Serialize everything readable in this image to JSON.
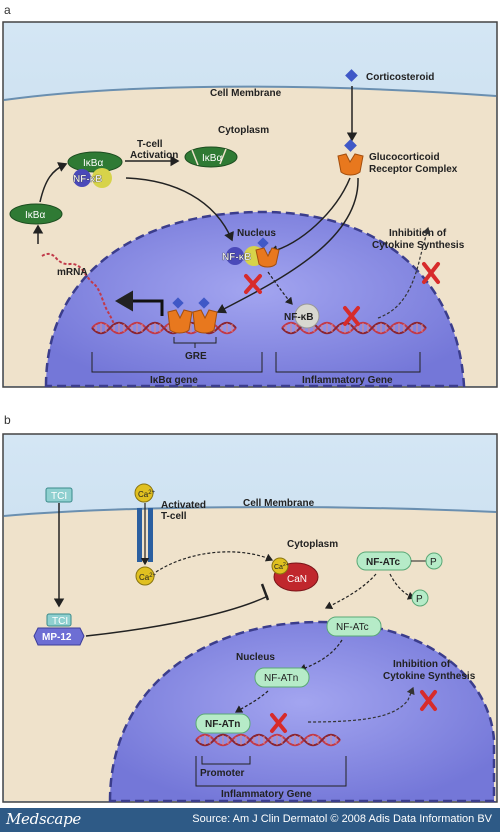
{
  "panel_a": {
    "letter": "a",
    "labels": {
      "cell_membrane": "Cell Membrane",
      "cytoplasm": "Cytoplasm",
      "corticosteroid": "Corticosteroid",
      "gr_complex_line1": "Glucocorticoid",
      "gr_complex_line2": "Receptor Complex",
      "t_cell_line1": "T-cell",
      "t_cell_line2": "Activation",
      "nucleus": "Nucleus",
      "inhibition_line1": "Inhibition of",
      "inhibition_line2": "Cytokine Synthesis",
      "mrna": "mRNA",
      "gre": "GRE",
      "ikba_gene": "IκBα gene",
      "inflammatory_gene": "Inflammatory Gene",
      "ikba": "IκBα",
      "nfkb": "NF-κB"
    }
  },
  "panel_b": {
    "letter": "b",
    "labels": {
      "tci": "TCI",
      "ca": "Ca",
      "ca_sup": "2+",
      "activated_line1": "Activated",
      "activated_line2": "T-cell",
      "cell_membrane": "Cell Membrane",
      "cytoplasm": "Cytoplasm",
      "can": "CaN",
      "nfatc": "NF-ATc",
      "p": "P",
      "mp12": "MP-12",
      "nucleus": "Nucleus",
      "nfatn": "NF-ATn",
      "inhibition_line1": "Inhibition of",
      "inhibition_line2": "Cytokine Synthesis",
      "promoter": "Promoter",
      "inflammatory_gene": "Inflammatory Gene"
    }
  },
  "footer": {
    "brand": "Medscape",
    "source": "Source: Am J Clin Dermatol © 2008 Adis Data Information BV"
  },
  "colors": {
    "sky": "#c5dcee",
    "cytoplasm": "#efe2cb",
    "nucleus": "#8b8de6",
    "ikba": "#2f7a34",
    "nfkb_yellow": "#d7d34a",
    "nfkb_blue": "#4a49b9",
    "receptor": "#e8781e",
    "steroid": "#3f58c7",
    "inhibit_x": "#d72b2b",
    "dna": "#c13a4a",
    "nfat": "#b6ebc8",
    "can_red": "#c0272d",
    "tci": "#8fd0d0",
    "mp12": "#6d6ed4",
    "ca_ion": "#e0c020",
    "footer": "#2e5a86"
  }
}
